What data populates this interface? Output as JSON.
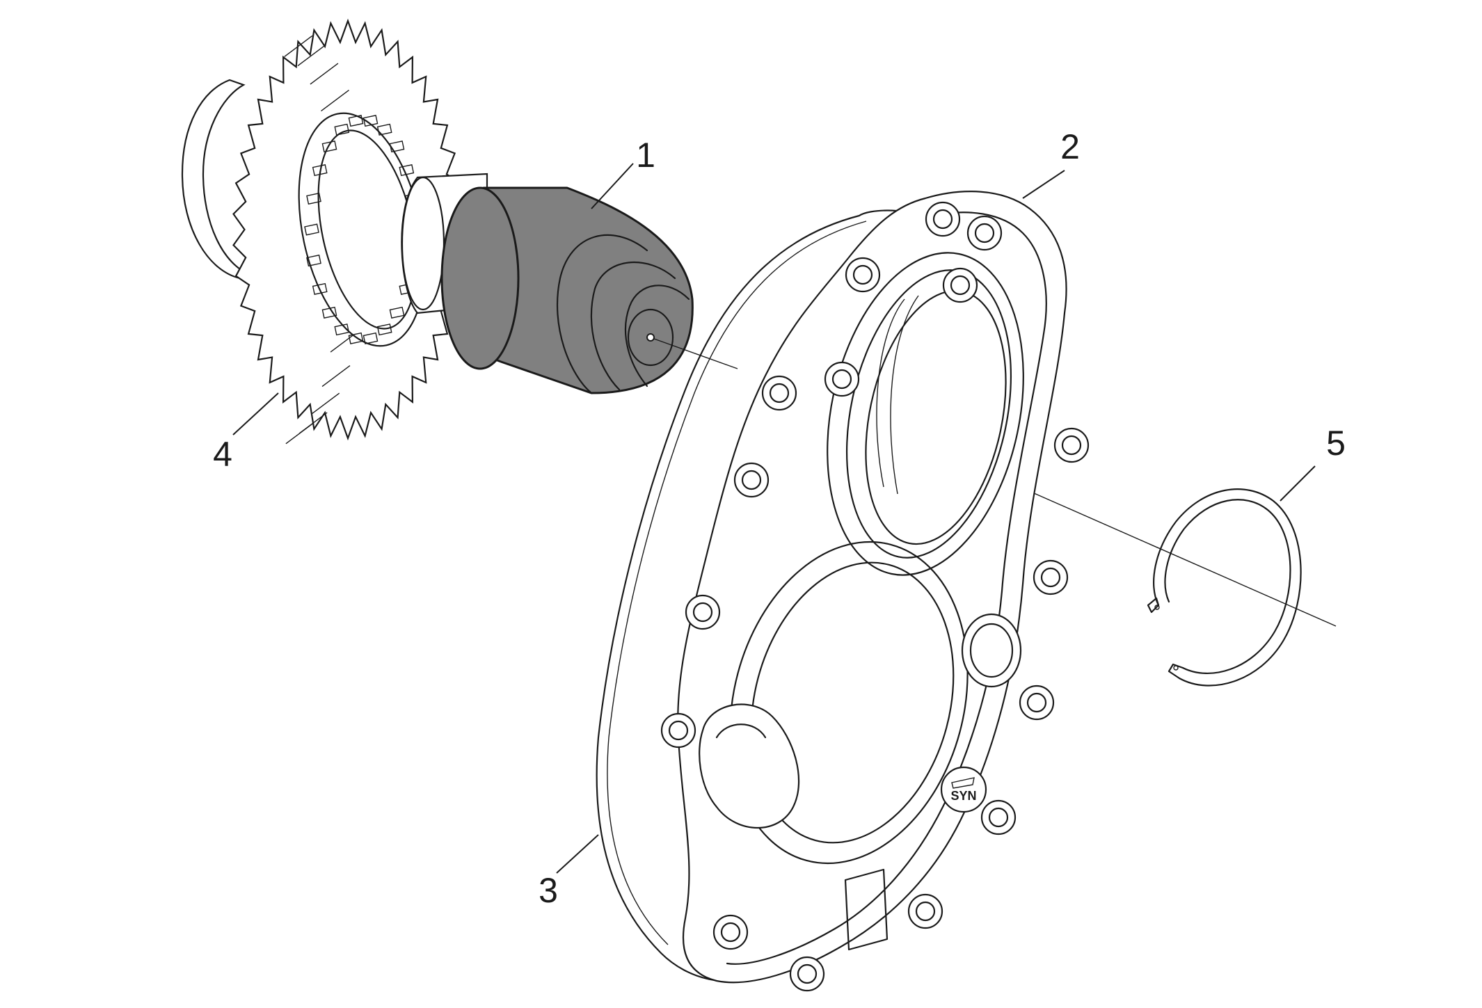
{
  "callouts": [
    {
      "id": "1",
      "label": "1"
    },
    {
      "id": "2",
      "label": "2"
    },
    {
      "id": "3",
      "label": "3"
    },
    {
      "id": "4",
      "label": "4"
    },
    {
      "id": "5",
      "label": "5"
    }
  ],
  "logo_text": "SYN",
  "colors": {
    "line": "#1a1a1a",
    "highlight": "#808080",
    "background": "#ffffff"
  }
}
